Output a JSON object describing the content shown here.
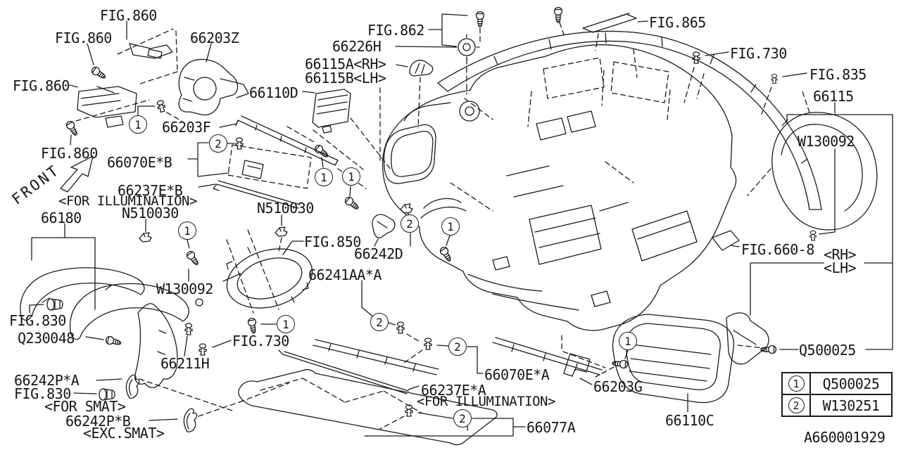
{
  "labels": {
    "fig860_top": "FIG.860",
    "fig860_left_upper": "FIG.860",
    "fig860_left_mid": "FIG.860",
    "fig860_left_lower": "FIG.860",
    "part_66203Z": "66203Z",
    "part_66110D": "66110D",
    "part_66203F": "66203F",
    "part_66070EB": "66070E*B",
    "part_66237EB": "66237E*B",
    "for_illumination_left": "<FOR ILLUMINATION>",
    "n510030_left": "N510030",
    "n510030_mid": "N510030",
    "part_66180": "66180",
    "fig850": "FIG.850",
    "part_66242D": "66242D",
    "part_66241AA": "66241AA*A",
    "w130092_left": "W130092",
    "fig830_left": "FIG.830",
    "part_q230048": "Q230048",
    "fig730_left": "FIG.730",
    "part_66211H": "66211H",
    "part_66242PA": "66242P*A",
    "fig830_bottom": "FIG.830",
    "for_smat": "<FOR SMAT>",
    "part_66242PB": "66242P*B",
    "exc_smat": "<EXC.SMAT>",
    "fig862": "FIG.862",
    "part_66226H": "66226H",
    "part_66115A": "66115A<RH>",
    "part_66115B": "66115B<LH>",
    "fig865": "FIG.865",
    "fig730_right": "FIG.730",
    "fig835": "FIG.835",
    "part_66115": "66115",
    "w130092_right": "W130092",
    "fig660_8": "FIG.660-8",
    "rh": "<RH>",
    "lh": "<LH>",
    "part_66070EA": "66070E*A",
    "part_66237EA": "66237E*A",
    "for_illumination_bottom": "<FOR ILLUMINATION>",
    "part_66077A": "66077A",
    "part_66203G": "66203G",
    "part_66110C": "66110C",
    "part_q500025": "Q500025",
    "front": "FRONT",
    "doc_code": "A660001929"
  },
  "callouts": {
    "c1": "1",
    "c2": "2",
    "c3": "1",
    "c4": "1",
    "c5": "1",
    "c6": "2",
    "c7": "1",
    "c8": "1",
    "c9": "2",
    "c10": "2",
    "c11": "2",
    "c12": "1"
  },
  "legend": {
    "rows": [
      {
        "num": "1",
        "code": "Q500025"
      },
      {
        "num": "2",
        "code": "W130251"
      }
    ]
  }
}
